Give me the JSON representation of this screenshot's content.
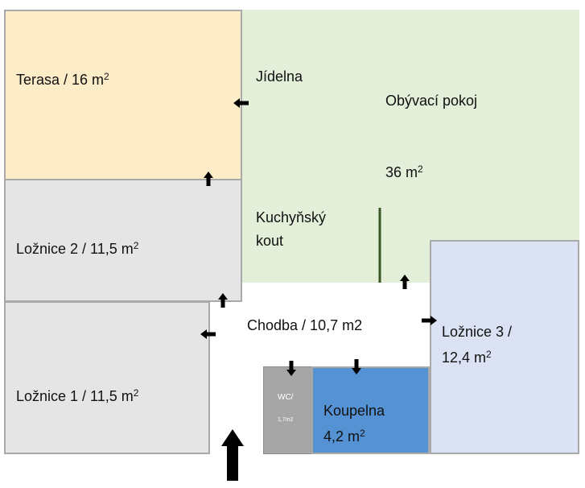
{
  "colors": {
    "terasa": "#fcedc8",
    "living": "#e3efd9",
    "bedroom_grey": "#e6e5e5",
    "bedroom_blue": "#dae2f3",
    "bathroom": "#5592d4",
    "wc": "#a6a6a6",
    "border": "#a9a9a9",
    "arrow": "#000000",
    "divider": "#385723"
  },
  "rooms": {
    "terasa": {
      "name": "Terasa / 16 m",
      "sup": "2"
    },
    "jidelna": {
      "name": "Jídelna"
    },
    "obyvaci": {
      "name": "Obývací pokoj",
      "area": "36 m",
      "sup": "2"
    },
    "kuchyn": {
      "line1": "Kuchyňský",
      "line2": "kout"
    },
    "loznice2": {
      "name": "Ložnice 2 / 11,5 m",
      "sup": "2"
    },
    "loznice1": {
      "name": "Ložnice 1 / 11,5 m",
      "sup": "2"
    },
    "chodba": {
      "name": "Chodba / 10,7 m2"
    },
    "loznice3": {
      "line1": "Ložnice 3 /",
      "line2": "12,4 m",
      "sup": "2"
    },
    "wc": {
      "line1": "WC/",
      "line2": "1,7m2"
    },
    "koupelna": {
      "line1": "Koupelna",
      "line2": "4,2 m",
      "sup": "2"
    }
  },
  "arrows": [
    {
      "id": "terasa-to-dining",
      "direction": "left"
    },
    {
      "id": "bedroom2-to-terasa",
      "direction": "up"
    },
    {
      "id": "hall-to-bedroom2",
      "direction": "up"
    },
    {
      "id": "hall-to-bedroom1",
      "direction": "left"
    },
    {
      "id": "hall-to-living",
      "direction": "up"
    },
    {
      "id": "hall-to-bedroom3",
      "direction": "right"
    },
    {
      "id": "hall-to-wc",
      "direction": "down"
    },
    {
      "id": "hall-to-bathroom",
      "direction": "down"
    },
    {
      "id": "main-entrance",
      "direction": "up"
    }
  ]
}
